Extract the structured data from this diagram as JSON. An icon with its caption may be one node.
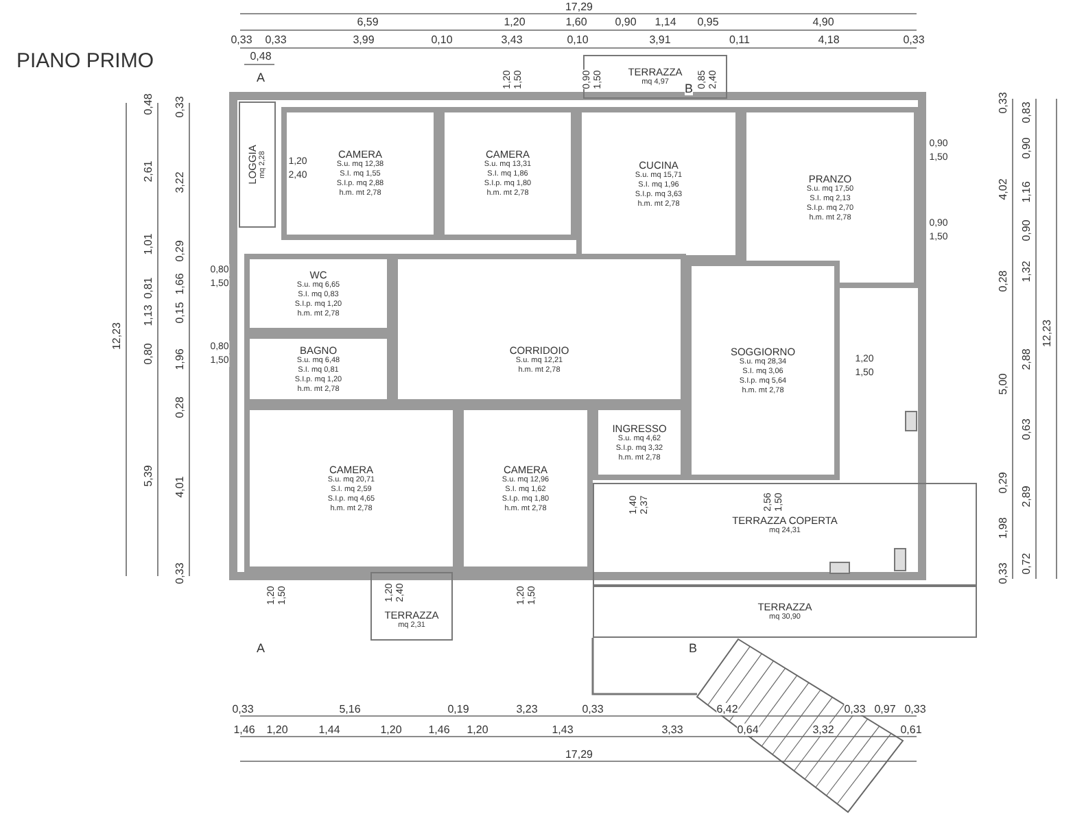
{
  "diagram": {
    "title": "PIANO PRIMO",
    "nodes": [
      {
        "text": [
          "TERRAZZA",
          "mq 4,97"
        ]
      },
      {
        "text": [
          "LOGGIA",
          "mq 2,28"
        ]
      },
      {
        "text": [
          "CAMERA",
          "S.u. mq 12,38",
          "S.I. mq 1,55",
          "S.I.p. mq 2,88",
          "h.m. mt 2,78"
        ]
      },
      {
        "text": [
          "CAMERA",
          "S.u. mq 13,31",
          "S.I. mq 1,86",
          "S.I.p. mq 1,80",
          "h.m. mt 2,78"
        ]
      },
      {
        "text": [
          "CUCINA",
          "S.u. mq 15,71",
          "S.I. mq 1,96",
          "S.I.p. mq 3,63",
          "h.m. mt 2,78"
        ]
      },
      {
        "text": [
          "PRANZO",
          "S.u. mq 17,50",
          "S.I. mq 2,13",
          "S.I.p. mq 2,70",
          "h.m. mt 2,78"
        ]
      },
      {
        "text": [
          "WC",
          "S.u. mq 6,65",
          "S.I. mq 0,83",
          "S.I.p. mq 1,20",
          "h.m. mt 2,78"
        ]
      },
      {
        "text": [
          "BAGNO",
          "S.u. mq 6,48",
          "S.I. mq 0,81",
          "S.I.p. mq 1,20",
          "h.m. mt 2,78"
        ]
      },
      {
        "text": [
          "CORRIDOIO",
          "S.u. mq 12,21",
          "h.m. mt 2,78"
        ]
      },
      {
        "text": [
          "SOGGIORNO",
          "S.u. mq 28,34",
          "S.I. mq 3,06",
          "S.I.p. mq 5,64",
          "h.m. mt 2,78"
        ]
      },
      {
        "text": [
          "INGRESSO",
          "S.u. mq 4,62",
          "S.I.p. mq 3,32",
          "h.m. mt 2,78"
        ]
      },
      {
        "text": [
          "CAMERA",
          "S.u. mq 20,71",
          "S.I. mq 2,59",
          "S.I.p. mq 4,65",
          "h.m. mt 2,78"
        ]
      },
      {
        "text": [
          "CAMERA",
          "S.u. mq 12,96",
          "S.I. mq 1,62",
          "S.I.p. mq 1,80",
          "h.m. mt 2,78"
        ]
      },
      {
        "text": [
          "TERRAZZA",
          "mq 2,31"
        ]
      },
      {
        "text": [
          "TERRAZZA COPERTA",
          "mq 24,31"
        ]
      },
      {
        "text": [
          "TERRAZZA",
          "mq 30,90"
        ]
      }
    ],
    "labels": [
      "17,29",
      "6,59",
      "1,20",
      "1,60",
      "0,90",
      "1,14",
      "0,95",
      "4,90",
      "0,33",
      "0,33",
      "3,99",
      "0,10",
      "3,43",
      "0,10",
      "3,91",
      "0,11",
      "4,18",
      "0,33",
      "0,48",
      "A",
      "B",
      "1,20",
      "1,50",
      "0,90",
      "1,50",
      "0,85",
      "2,40",
      "1,20",
      "2,40",
      "0,80",
      "1,50",
      "0,80",
      "1,50",
      "0,90",
      "1,50",
      "0,90",
      "1,50",
      "1,20",
      "1,50",
      "1,20",
      "1,50",
      "1,20",
      "2,40",
      "1,20",
      "1,50",
      "1,40",
      "2,37",
      "2,56",
      "1,50",
      "A",
      "B",
      "0,33",
      "3,22",
      "0,29",
      "1,66",
      "0,15",
      "1,96",
      "0,28",
      "4,01",
      "0,33",
      "0,48",
      "2,61",
      "1,01",
      "0,81",
      "1,13",
      "0,80",
      "5,39",
      "12,23",
      "0,33",
      "4,02",
      "0,28",
      "5,00",
      "0,29",
      "1,98",
      "0,33",
      "0,83",
      "0,90",
      "1,16",
      "0,90",
      "1,32",
      "2,88",
      "0,63",
      "2,89",
      "0,72",
      "12,23",
      "0,33",
      "5,16",
      "0,19",
      "3,23",
      "0,33",
      "6,42",
      "0,33",
      "0,97",
      "0,33",
      "1,46",
      "1,20",
      "1,44",
      "1,20",
      "1,46",
      "1,20",
      "1,43",
      "3,33",
      "0,64",
      "3,32",
      "0,61",
      "17,29"
    ]
  }
}
